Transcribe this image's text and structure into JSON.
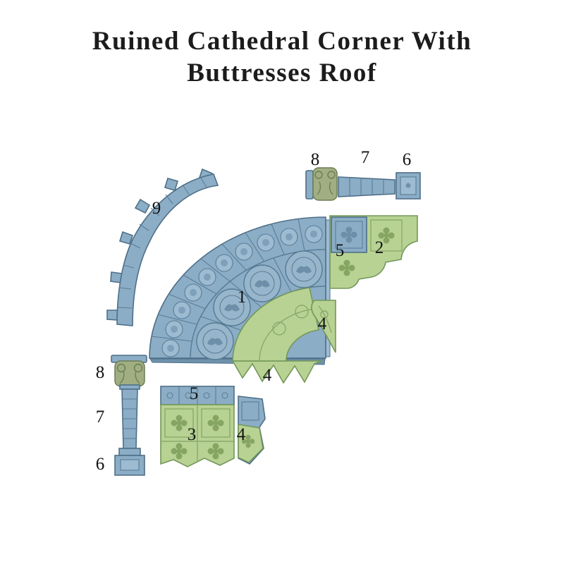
{
  "title": {
    "line1": "Ruined Cathedral Corner With",
    "line2": "Buttresses Roof"
  },
  "palette": {
    "background": "#ffffff",
    "stone_blue": "#8cadc6",
    "stone_blue_light": "#9dbbd1",
    "stone_blue_dark": "#4e6f88",
    "trim_green": "#b7d292",
    "trim_green_dark": "#74975a",
    "capital_olive": "#a0ae82",
    "label_text": "#121212"
  },
  "labels": [
    {
      "text": "8"
    },
    {
      "text": "7"
    },
    {
      "text": "6"
    },
    {
      "text": "9"
    },
    {
      "text": "5"
    },
    {
      "text": "2"
    },
    {
      "text": "1"
    },
    {
      "text": "4"
    },
    {
      "text": "4"
    },
    {
      "text": "8"
    },
    {
      "text": "5"
    },
    {
      "text": "7"
    },
    {
      "text": "3"
    },
    {
      "text": "4"
    },
    {
      "text": "6"
    }
  ]
}
